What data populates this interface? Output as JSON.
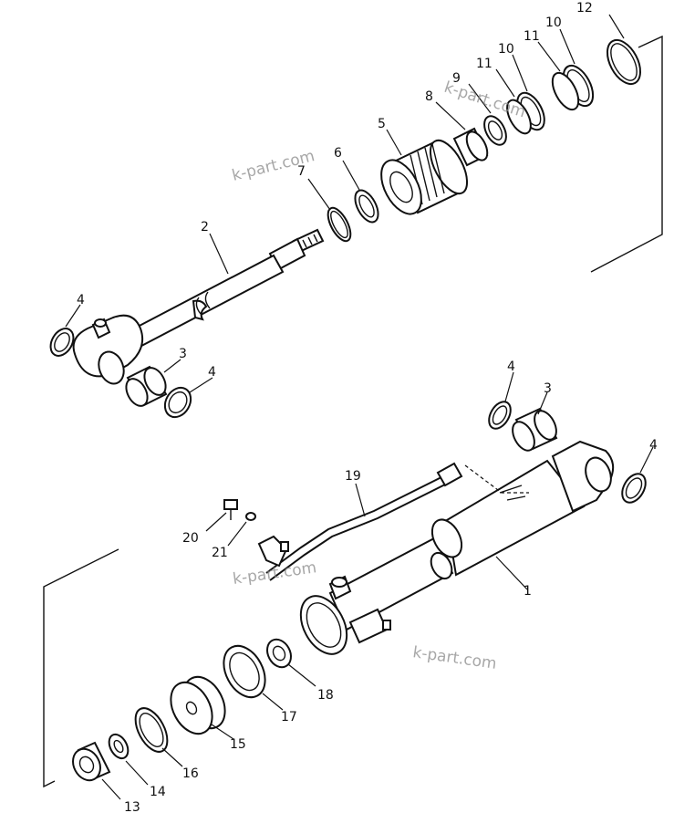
{
  "diagram": {
    "watermark": "k-part.com",
    "labels": {
      "n1": "1",
      "n2": "2",
      "n3a": "3",
      "n3b": "3",
      "n4a": "4",
      "n4b": "4",
      "n4c": "4",
      "n4d": "4",
      "n5": "5",
      "n6": "6",
      "n7": "7",
      "n8": "8",
      "n9": "9",
      "n10a": "10",
      "n10b": "10",
      "n11a": "11",
      "n11b": "11",
      "n12": "12",
      "n13": "13",
      "n14": "14",
      "n15": "15",
      "n16": "16",
      "n17": "17",
      "n18": "18",
      "n19": "19",
      "n20": "20",
      "n21": "21"
    }
  }
}
